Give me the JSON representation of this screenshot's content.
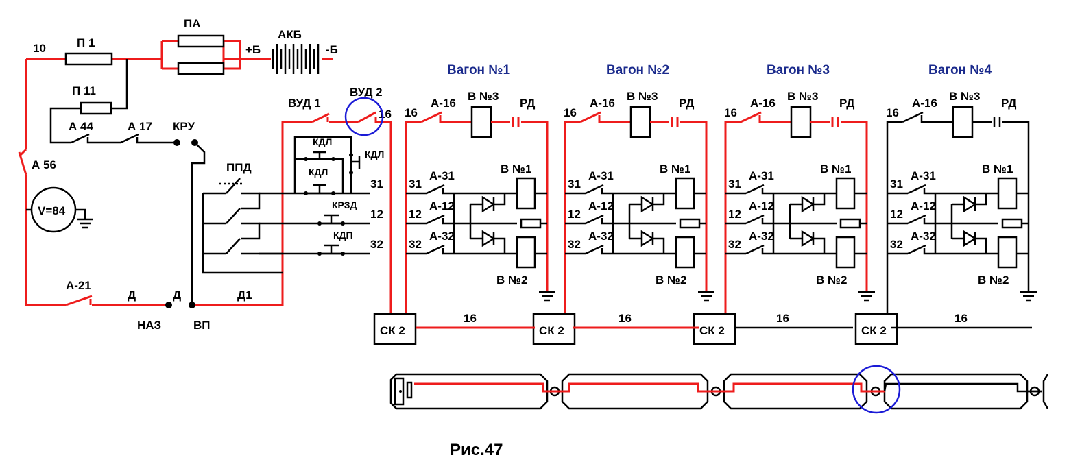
{
  "wagon_titles": [
    "Вагон №1",
    "Вагон №2",
    "Вагон №3",
    "Вагон №4"
  ],
  "left": {
    "wire_10": "10",
    "p1": "П 1",
    "pa": "ПА",
    "akb": "АКБ",
    "plus_b": "+Б",
    "minus_b": "-Б",
    "p11": "П 11",
    "a44": "А 44",
    "a17": "А 17",
    "kru": "КРУ",
    "a56": "А 56",
    "voltmeter": "V=84",
    "ppd": "ППД",
    "a21": "А-21",
    "d": "Д",
    "d_right": "Д",
    "d1": "Д1",
    "naz": "НАЗ",
    "vp": "ВП",
    "vud1": "ВУД 1",
    "vud2": "ВУД 2",
    "vud_wire": "16",
    "kdl_top": "КДЛ",
    "kdl_right": "КДЛ",
    "kdl_bottom": "КДЛ",
    "krzd": "КРЗД",
    "kdp": "КДП",
    "line_31": "31",
    "line_12": "12",
    "line_32": "32"
  },
  "wagon_labels": {
    "wire_16": "16",
    "a16": "А-16",
    "v3": "В №3",
    "rd": "РД",
    "w31": "31",
    "w12": "12",
    "w32": "32",
    "a31": "А-31",
    "a12": "А-12",
    "a32": "А-32",
    "v1": "В №1",
    "v2": "В №2",
    "sk2": "СК 2"
  },
  "bus_labels": [
    "16",
    "16",
    "16",
    "16"
  ],
  "caption": "Рис.47"
}
